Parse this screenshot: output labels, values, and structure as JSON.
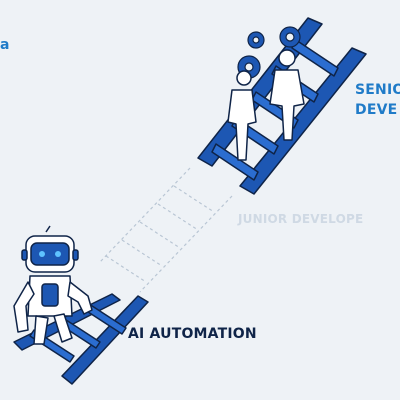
{
  "labels": {
    "corner": "a",
    "senior_line1": "SENIO",
    "senior_line2": "DEVE",
    "junior": "JUNIOR DEVELOPE",
    "ai": "AI AUTOMATION"
  },
  "colors": {
    "background": "#eef2f6",
    "ladder_blue": "#1d57b3",
    "accent_blue": "#1f7bc8",
    "dark_navy": "#0f2448",
    "dashed_gray": "#b9c6d4"
  },
  "icons": [
    "gear-icon",
    "robot-icon",
    "person-icon"
  ]
}
